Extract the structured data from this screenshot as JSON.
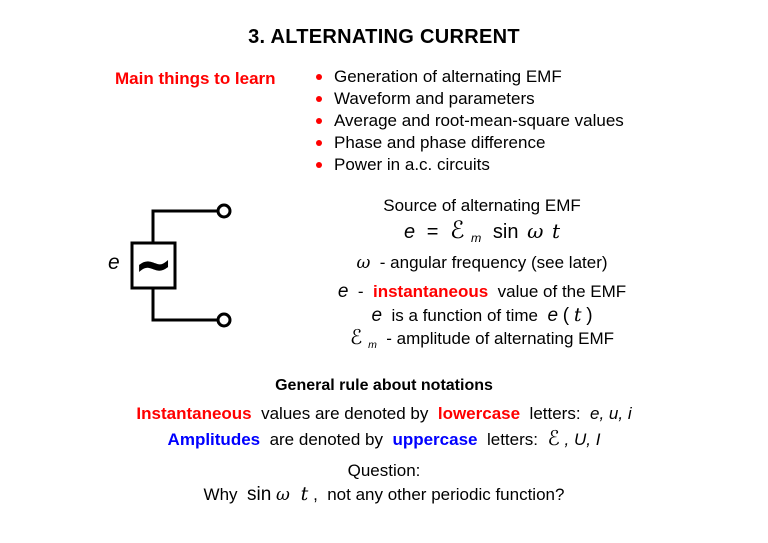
{
  "colors": {
    "accent_red": "#ff0000",
    "accent_blue": "#0000ff",
    "text": "#000000",
    "background": "#ffffff"
  },
  "title": "3. ALTERNATING CURRENT",
  "learn": {
    "label": "Main things to learn",
    "bullets": [
      "Generation of alternating EMF",
      "Waveform and parameters",
      "Average and root-mean-square values",
      "Phase and phase difference",
      "Power in a.c. circuits"
    ]
  },
  "circuit": {
    "emf_label": "e",
    "source_symbol": "~"
  },
  "source": {
    "heading": "Source of alternating EMF",
    "formula": {
      "e": "e",
      "equals": "=",
      "script_e": "ℰ",
      "sub_m": "m",
      "sin": "sin",
      "omega": "ω",
      "t": "t"
    },
    "omega_line": {
      "omega": "ω",
      "rest": " - angular frequency (see later)"
    },
    "instantaneous_line": {
      "e": "e",
      "dash": " - ",
      "keyword": "instantaneous",
      "rest": " value of the EMF"
    },
    "function_line": {
      "e1": "e",
      "mid": " is a function of time ",
      "e2": "e",
      "open": "(",
      "t": "t",
      "close": ")"
    },
    "amplitude_line": {
      "script_e": "ℰ",
      "sub_m": "m",
      "rest": " - amplitude of alternating EMF"
    }
  },
  "rules": {
    "heading": "General rule about notations",
    "lowercase_line": {
      "keyword1": "Instantaneous",
      "mid1": " values are denoted by ",
      "keyword2": "lowercase",
      "mid2": " letters: ",
      "vars": "e, u, i"
    },
    "uppercase_line": {
      "keyword1": "Amplitudes",
      "mid1": " are denoted by ",
      "keyword2": "uppercase",
      "mid2": " letters: ",
      "script_e": "ℰ",
      "vars": ", U, I"
    }
  },
  "question": {
    "label": "Question:",
    "line": {
      "lead": "Why ",
      "sin": "sin",
      "omega": "ω",
      "t": " t",
      "rest": ",  not any other periodic function?"
    }
  }
}
